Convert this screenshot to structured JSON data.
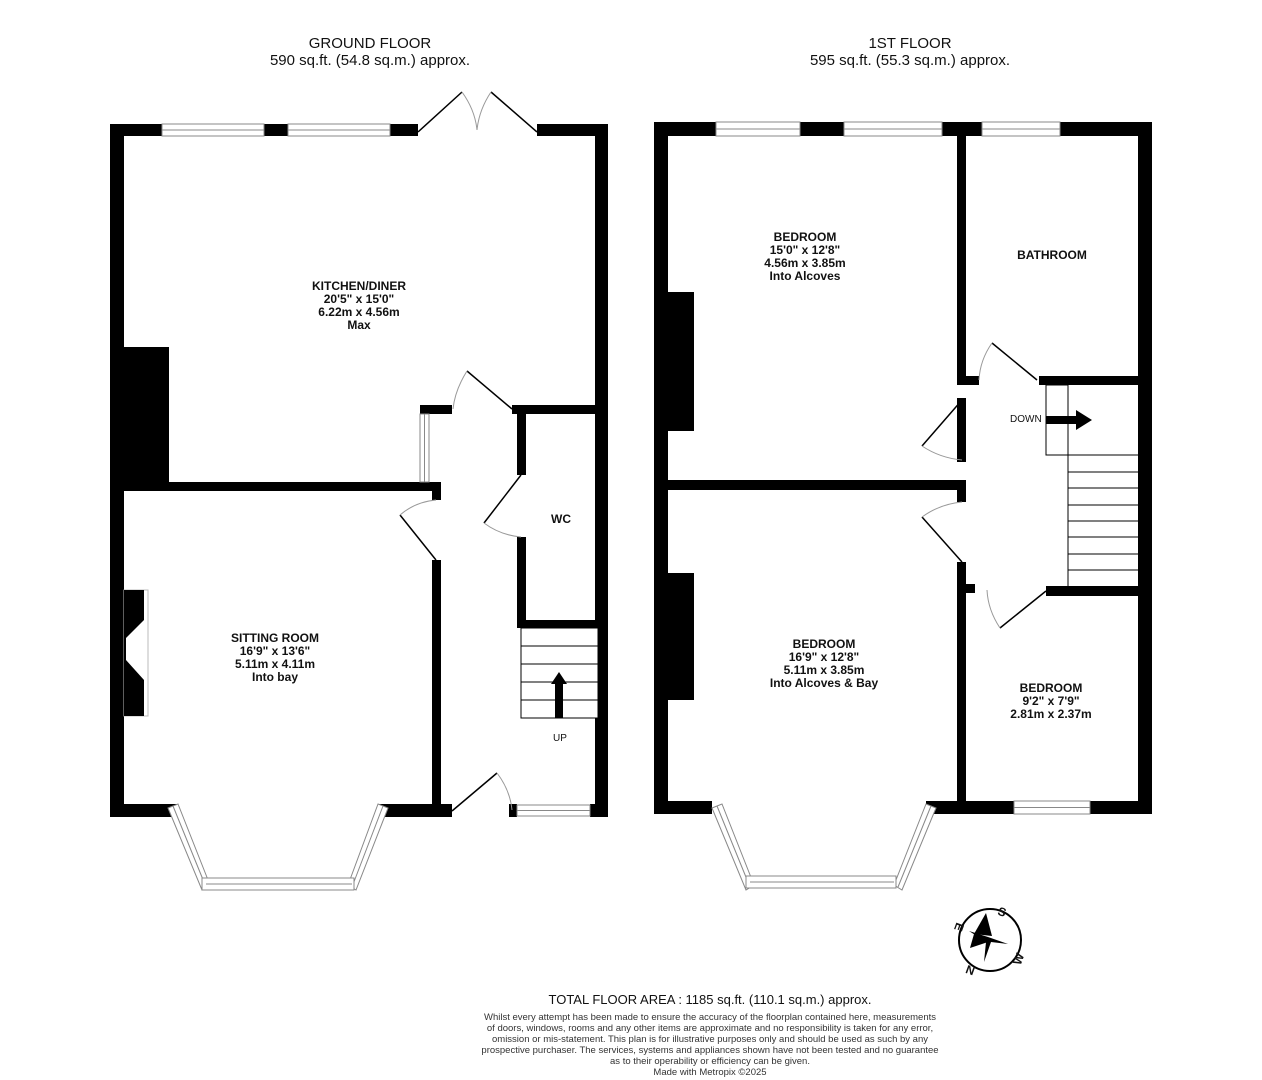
{
  "ground_floor": {
    "title": "GROUND FLOOR",
    "area": "590 sq.ft. (54.8 sq.m.) approx.",
    "rooms": [
      {
        "name": "KITCHEN/DINER",
        "imperial": "20'5\"  x 15'0\"",
        "metric": "6.22m  x 4.56m",
        "note": "Max"
      },
      {
        "name": "SITTING ROOM",
        "imperial": "16'9\"  x 13'6\"",
        "metric": "5.11m  x 4.11m",
        "note": "Into bay"
      },
      {
        "name": "WC"
      }
    ],
    "stairs_label": "UP"
  },
  "first_floor": {
    "title": "1ST FLOOR",
    "area": "595 sq.ft. (55.3 sq.m.) approx.",
    "rooms": [
      {
        "name": "BEDROOM",
        "imperial": "15'0\"  x 12'8\"",
        "metric": "4.56m  x 3.85m",
        "note": "Into Alcoves"
      },
      {
        "name": "BATHROOM"
      },
      {
        "name": "BEDROOM",
        "imperial": "16'9\"  x 12'8\"",
        "metric": "5.11m  x 3.85m",
        "note": "Into Alcoves & Bay"
      },
      {
        "name": "BEDROOM",
        "imperial": "9'2\"  x 7'9\"",
        "metric": "2.81m  x 2.37m"
      }
    ],
    "stairs_label": "DOWN"
  },
  "compass": {
    "labels": [
      "S",
      "W",
      "N",
      "E"
    ]
  },
  "footer": {
    "total": "TOTAL FLOOR AREA : 1185 sq.ft. (110.1 sq.m.) approx.",
    "disclaimer": [
      "Whilst every attempt has been made to ensure the accuracy of the floorplan contained here, measurements",
      "of doors, windows, rooms and any other items are approximate and no responsibility is taken for any error,",
      "omission or mis-statement. This plan is for illustrative purposes only and should be used as such by any",
      "prospective purchaser. The services, systems and appliances shown have not been tested and no guarantee",
      "as to their operability or efficiency can be given.",
      "Made with Metropix ©2025"
    ]
  },
  "colors": {
    "wall": "#000000",
    "window_line": "#888888",
    "door_arc": "#999999",
    "background": "#ffffff"
  }
}
